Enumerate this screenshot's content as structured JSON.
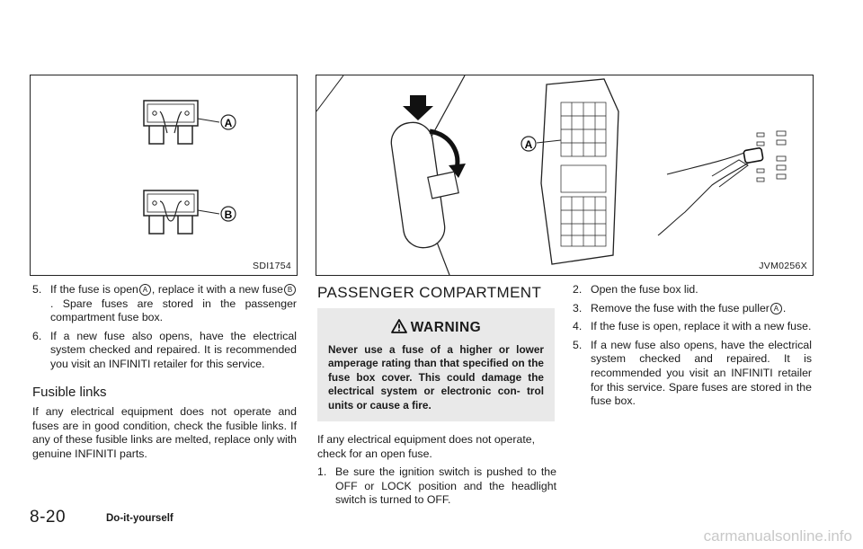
{
  "figure_left": {
    "code": "SDI1754",
    "callout_a": "A",
    "callout_b": "B"
  },
  "figure_right": {
    "code": "JVM0256X",
    "callout_a": "A"
  },
  "left_column": {
    "items": [
      {
        "num": "5.",
        "pre": "If the fuse is open",
        "mid": ", replace it with a new fuse",
        "post": ". Spare fuses are stored in the passenger compartment fuse box.",
        "circ1": "A",
        "circ2": "B"
      },
      {
        "num": "6.",
        "text": "If a new fuse also opens, have the electrical system checked and repaired. It is recommended you visit an INFINITI retailer for this service."
      }
    ],
    "subheading": "Fusible links",
    "paragraph": "If any electrical equipment does not operate and fuses are in good condition, check the fusible links. If any of these fusible links are melted, replace only with genuine INFINITI parts."
  },
  "middle_column": {
    "heading": "PASSENGER COMPARTMENT",
    "warning_title": "WARNING",
    "warning_text": "Never use a fuse of a higher or lower amperage rating than that specified on the fuse box cover. This could damage the electrical system or electronic con- trol units or cause a fire.",
    "paragraph": "If any electrical equipment does not operate, check for an open fuse.",
    "item1_num": "1.",
    "item1_text": "Be sure the ignition switch is pushed to the OFF or LOCK position and the headlight switch is turned to OFF."
  },
  "right_column": {
    "item2_num": "2.",
    "item2_text": "Open the fuse box lid.",
    "item3_num": "3.",
    "item3_text": "Remove the fuse with the fuse puller",
    "item3_circ": "A",
    "item4_num": "4.",
    "item4_text": "If the fuse is open, replace it with a new fuse.",
    "item5_num": "5.",
    "item5_text": "If a new fuse also opens, have the electrical system checked and repaired. It is recommended you visit an INFINITI retailer for this service. Spare fuses are stored in the fuse box."
  },
  "footer": {
    "page_number": "8-20",
    "section": "Do-it-yourself",
    "watermark": "carmanualsonline.info"
  }
}
